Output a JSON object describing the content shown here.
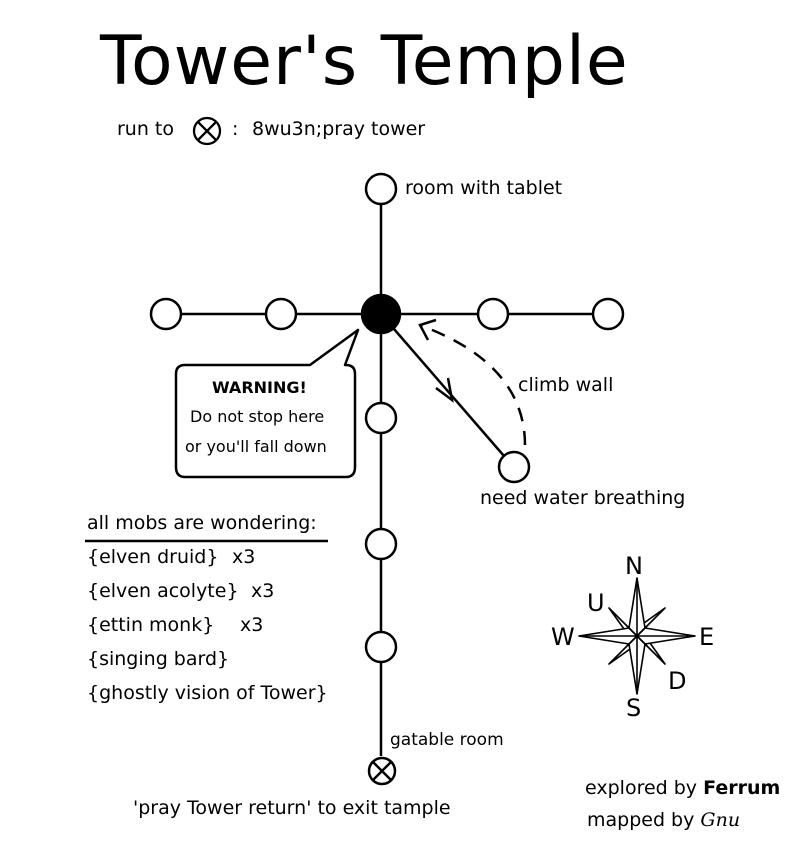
{
  "title": "Tower's Temple",
  "run_to": {
    "prefix": "run to",
    "separator": ":",
    "command": "8wu3n;pray tower",
    "target_icon": "crossed-circle-icon"
  },
  "room_labels": {
    "tablet": "room with tablet",
    "climb": "climb wall",
    "water": "need water breathing",
    "gatable": "gatable room"
  },
  "warning": {
    "title": "WARNING!",
    "line1": "Do not stop here",
    "line2": "or you'll fall down"
  },
  "mobs": {
    "header": "all mobs are wondering:",
    "list": [
      {
        "name": "{elven druid}",
        "count": "x3"
      },
      {
        "name": "{elven acolyte}",
        "count": "x3"
      },
      {
        "name": "{ettin monk}",
        "count": "x3"
      },
      {
        "name": "{singing bard}",
        "count": ""
      },
      {
        "name": "{ghostly vision of Tower}",
        "count": ""
      }
    ]
  },
  "exit_note": "'pray Tower return' to exit tample",
  "compass": {
    "n": "N",
    "s": "S",
    "e": "E",
    "w": "W",
    "u": "U",
    "d": "D"
  },
  "credits": {
    "explored_prefix": "explored by",
    "explorer": "Ferrum",
    "mapped_prefix": "mapped by",
    "mapper": "Gnu"
  },
  "colors": {
    "ink": "#000000",
    "background": "#ffffff",
    "current_room": "#000000"
  }
}
